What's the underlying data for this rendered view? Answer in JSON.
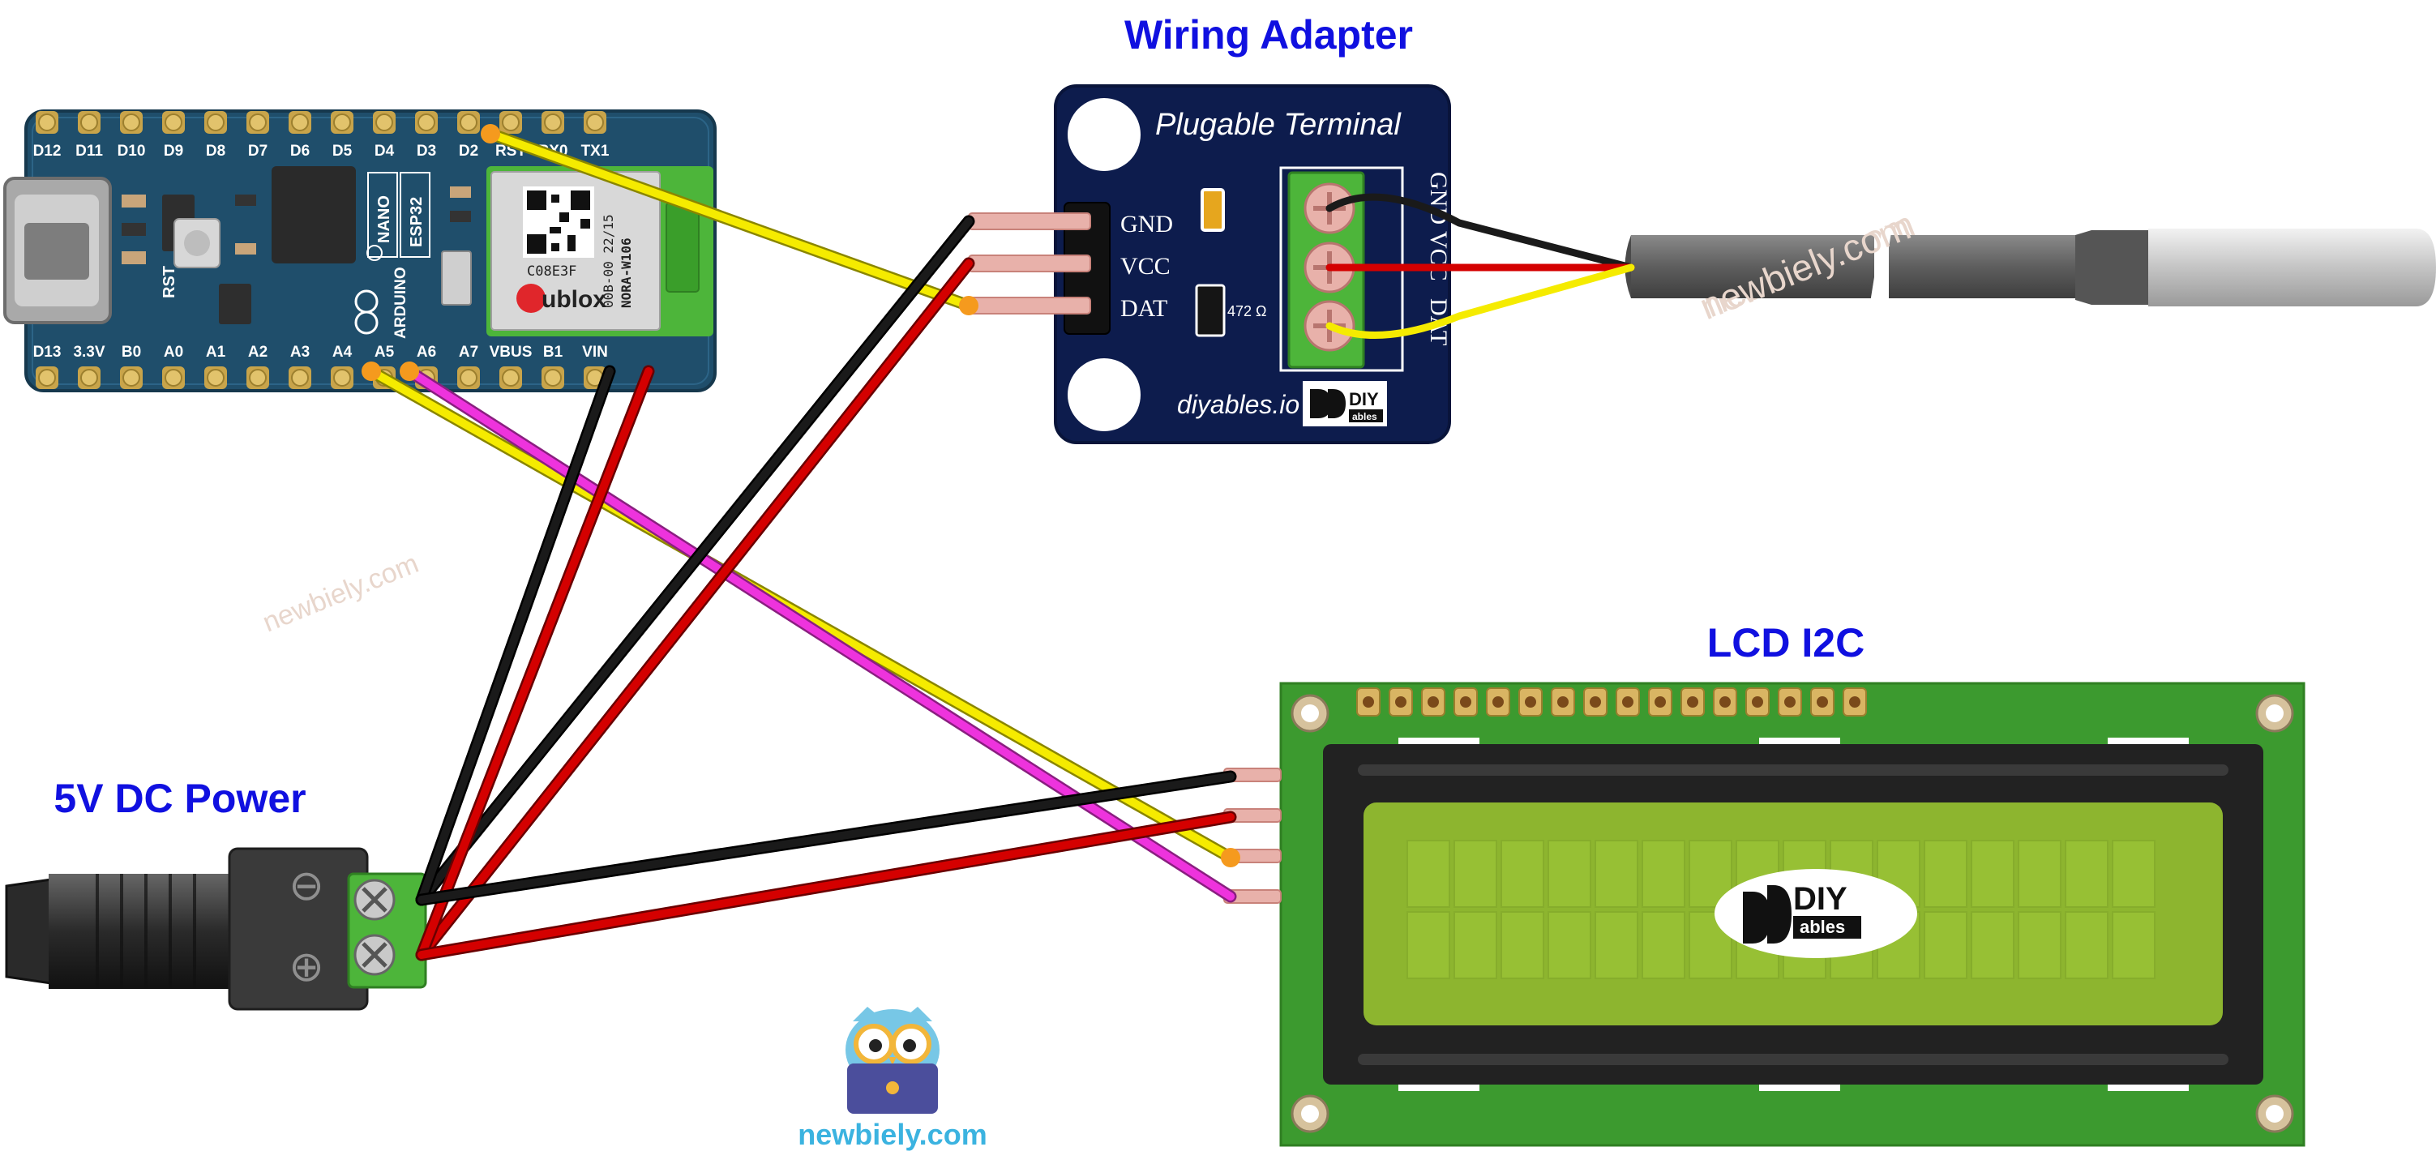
{
  "titles": {
    "wiring_adapter": "Wiring Adapter",
    "lcd": "LCD I2C",
    "power": "5V DC Power"
  },
  "arduino": {
    "top_pins": [
      "D12",
      "D11",
      "D10",
      "D9",
      "D8",
      "D7",
      "D6",
      "D5",
      "D4",
      "D3",
      "D2",
      "RST",
      "RX0",
      "TX1"
    ],
    "bottom_pins": [
      "D13",
      "3.3V",
      "B0",
      "A0",
      "A1",
      "A2",
      "A3",
      "A4",
      "A5",
      "A6",
      "A7",
      "VBUS",
      "B1",
      "VIN"
    ],
    "board_label_1": "NANO",
    "board_label_2": "ESP32",
    "brand": "ARDUINO",
    "rst_label": "RST",
    "module_brand": "ublox",
    "module_code": "C08E3F",
    "module_line_1": "00B-00 22/15",
    "module_line_2": "NORA-W106"
  },
  "adapter": {
    "title": "Plugable Terminal",
    "pins": [
      "GND",
      "VCC",
      "DAT"
    ],
    "terminal_labels": [
      "GND",
      "VCC",
      "DAT"
    ],
    "resistor": "472 Ω",
    "site": "diyables.io",
    "logo_top": "DIY",
    "logo_bottom": "ables"
  },
  "lcd": {
    "logo_top": "DIY",
    "logo_bottom": "ables"
  },
  "power_symbols": {
    "minus": "⊖",
    "plus": "⊕"
  },
  "watermarks": {
    "main": "newbiely.com",
    "sensor": "newbiely.com",
    "board": "newbiely.com"
  },
  "colors": {
    "title": "#1010e0",
    "board": "#1f4e6b",
    "adapter": "#0d1c4d",
    "lcd_pcb": "#3c9a2f",
    "lcd_screen": "#8db52f",
    "wire_black": "#1a1a1a",
    "wire_red": "#d40000",
    "wire_yellow": "#f5eb00",
    "wire_pink": "#ee33dd"
  }
}
